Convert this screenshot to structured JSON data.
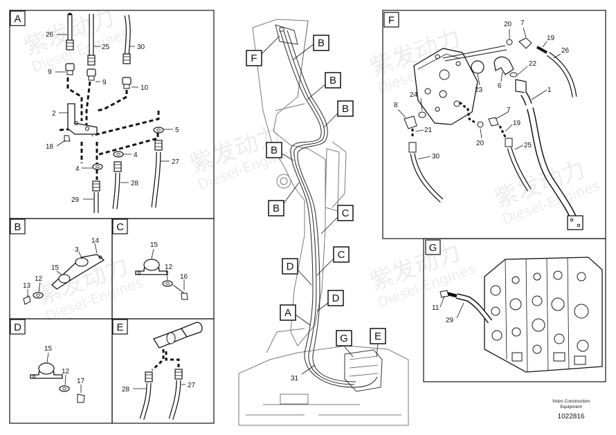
{
  "panels": [
    {
      "id": "A",
      "labels": [
        "26",
        "25",
        "30",
        "9",
        "9",
        "10",
        "2",
        "5",
        "18",
        "4",
        "4",
        "27",
        "28",
        "29"
      ]
    },
    {
      "id": "B",
      "labels": [
        "3",
        "14",
        "15",
        "12",
        "13"
      ]
    },
    {
      "id": "C",
      "labels": [
        "15",
        "12",
        "16"
      ]
    },
    {
      "id": "D",
      "labels": [
        "15",
        "12",
        "17"
      ]
    },
    {
      "id": "E",
      "labels": [
        "28",
        "27"
      ]
    },
    {
      "id": "F",
      "labels": [
        "20",
        "7",
        "19",
        "26",
        "22",
        "23",
        "6",
        "1",
        "24",
        "8",
        "21",
        "20",
        "7",
        "19",
        "25",
        "30"
      ]
    },
    {
      "id": "G",
      "labels": [
        "11",
        "29"
      ]
    }
  ],
  "overview": {
    "callouts": [
      "F",
      "B",
      "B",
      "B",
      "B",
      "B",
      "C",
      "C",
      "D",
      "D",
      "A",
      "G",
      "E"
    ],
    "part_label": "31"
  },
  "watermark": {
    "cn": "紫发动力",
    "en": "Diesel-Engines"
  },
  "footer": {
    "line1": "Volvo Construction",
    "line2": "Equipment",
    "doc_number": "1022816"
  }
}
